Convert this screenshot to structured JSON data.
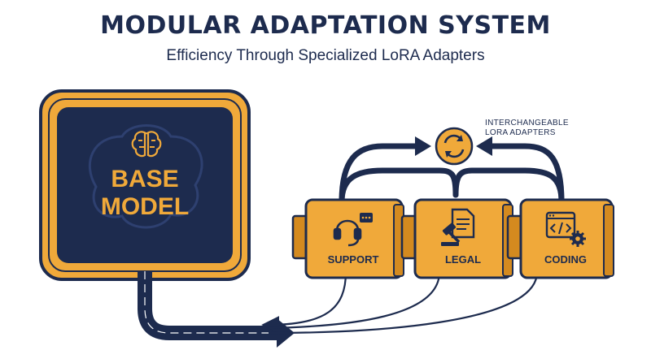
{
  "header": {
    "title": "MODULAR ADAPTATION SYSTEM",
    "subtitle": "Efficiency Through Specialized LoRA Adapters"
  },
  "base_model": {
    "line1": "BASE",
    "line2": "MODEL",
    "icon": "brain-icon"
  },
  "swap_note": {
    "line1": "INTERCHANGEABLE",
    "line2": "LORA ADAPTERS",
    "icon": "refresh-icon"
  },
  "adapters": [
    {
      "label": "SUPPORT",
      "icon": "headset-icon"
    },
    {
      "label": "LEGAL",
      "icon": "gavel-document-icon"
    },
    {
      "label": "CODING",
      "icon": "code-window-gear-icon"
    }
  ],
  "colors": {
    "navy": "#1d2b4e",
    "orange": "#f0a93a",
    "orange_dark": "#d48a1f",
    "white": "#ffffff"
  }
}
